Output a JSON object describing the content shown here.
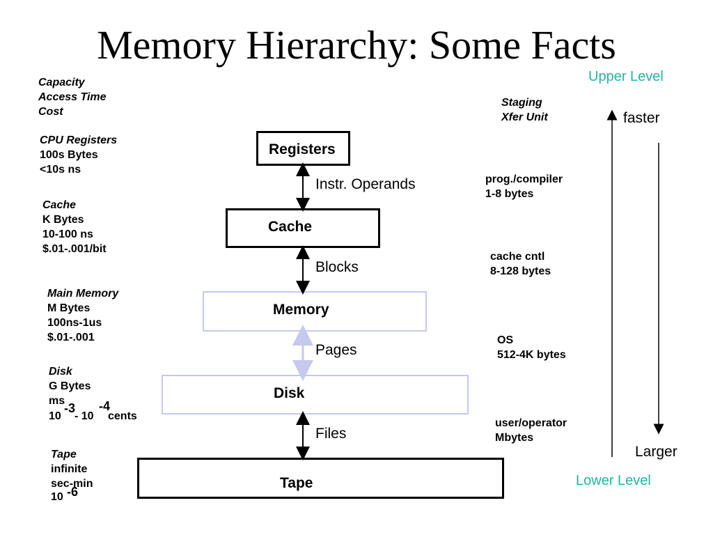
{
  "title": "Memory Hierarchy: Some Facts",
  "legend_left": {
    "lines": [
      "Capacity",
      "Access Time",
      "Cost"
    ]
  },
  "legend_right": {
    "lines": [
      "Staging",
      "Xfer Unit"
    ]
  },
  "levels": {
    "upper": "Upper Level",
    "lower": "Lower Level",
    "faster": "faster",
    "larger": "Larger"
  },
  "left_info": {
    "registers": [
      "CPU Registers",
      "100s Bytes",
      "<10s ns"
    ],
    "cache": [
      "Cache",
      "K Bytes",
      "10-100 ns",
      "$.01-.001/bit"
    ],
    "memory": [
      "Main Memory",
      "M Bytes",
      "100ns-1us",
      "$.01-.001"
    ],
    "disk": {
      "name": "Disk",
      "capacity": "G Bytes",
      "time": "ms",
      "time_exp": "-3",
      "cost_base1": "10",
      "cost_sep": "- 10",
      "cost_exp2": "-4",
      "cost_unit": "cents"
    },
    "tape": {
      "name": "Tape",
      "capacity": "infinite",
      "time": "sec-min",
      "cost_base": "10",
      "cost_exp": "-6"
    }
  },
  "boxes": {
    "registers": "Registers",
    "cache": "Cache",
    "memory": "Memory",
    "disk": "Disk",
    "tape": "Tape"
  },
  "links": {
    "instr": "Instr. Operands",
    "blocks": "Blocks",
    "pages": "Pages",
    "files": "Files"
  },
  "right_info": {
    "registers": [
      "prog./compiler",
      "1-8 bytes"
    ],
    "cache": [
      "cache cntl",
      "8-128 bytes"
    ],
    "memory": [
      "OS",
      "512-4K bytes"
    ],
    "disk": [
      "user/operator",
      "Mbytes"
    ]
  },
  "colors": {
    "level_text": "#22b5a0",
    "light_box_border": "#c6c8ee",
    "light_arrow": "#c6c8ee"
  }
}
